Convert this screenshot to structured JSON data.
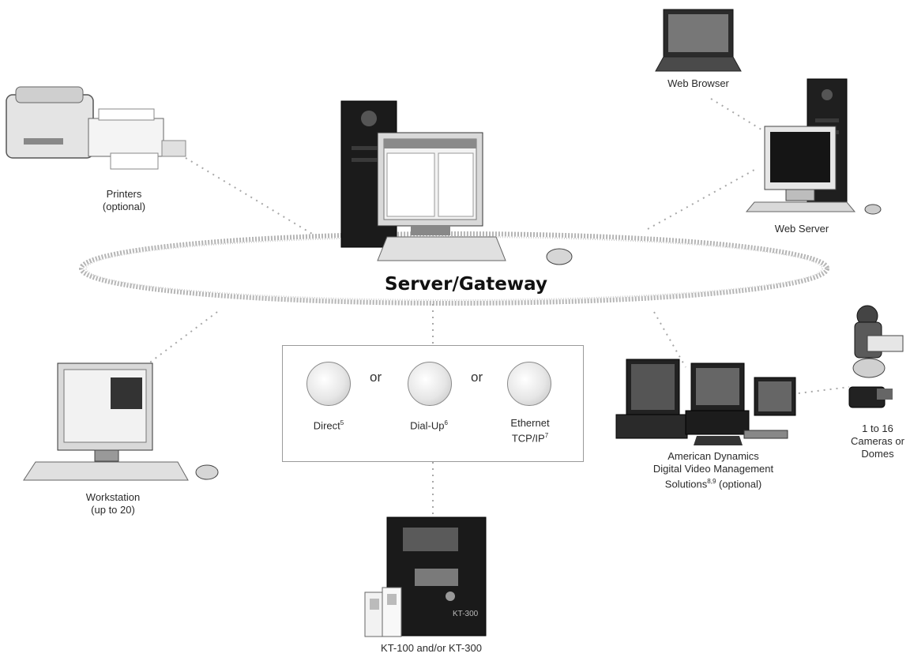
{
  "title": "Server/Gateway",
  "nodes": {
    "printers": {
      "line1": "Printers",
      "line2": "(optional)"
    },
    "web_browser": {
      "label": "Web Browser"
    },
    "web_server": {
      "label": "Web Server"
    },
    "workstation": {
      "line1": "Workstation",
      "line2": "(up to 20)"
    },
    "video": {
      "line1": "American Dynamics",
      "line2": "Digital Video Management",
      "line3": "Solutions",
      "line3_sup": "8,9",
      "line3_tail": " (optional)"
    },
    "cameras": {
      "line1": "1 to 16",
      "line2": "Cameras or",
      "line3": "Domes"
    },
    "controllers": {
      "label": "KT-100 and/or KT-300"
    }
  },
  "connections": {
    "direct": {
      "label": "Direct",
      "sup": "5"
    },
    "dialup": {
      "label": "Dial-Up",
      "sup": "6"
    },
    "ethernet": {
      "line1": "Ethernet",
      "line2": "TCP/IP",
      "sup": "7"
    },
    "or_word": "or"
  },
  "panel_text": "KT-300"
}
